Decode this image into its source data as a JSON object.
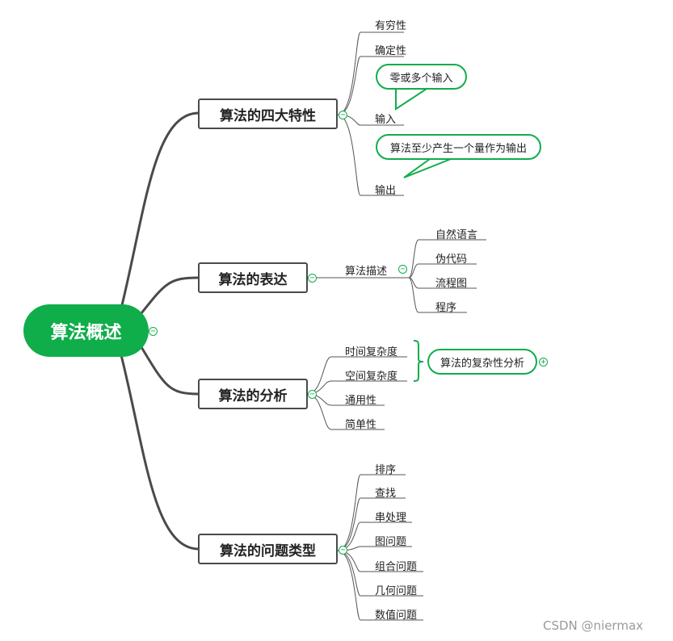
{
  "root": {
    "label": "算法概述"
  },
  "branches": [
    {
      "label": "算法的四大特性",
      "leaves": [
        "有穷性",
        "确定性",
        "输入",
        "输出"
      ],
      "callouts": [
        {
          "text": "零或多个输入",
          "for": "输入"
        },
        {
          "text": "算法至少产生一个量作为输出",
          "for": "输出"
        }
      ]
    },
    {
      "label": "算法的表达",
      "sub": "算法描述",
      "leaves": [
        "自然语言",
        "伪代码",
        "流程图",
        "程序"
      ]
    },
    {
      "label": "算法的分析",
      "leaves": [
        "时间复杂度",
        "空间复杂度",
        "通用性",
        "简单性"
      ],
      "summary": "算法的复杂性分析"
    },
    {
      "label": "算法的问题类型",
      "leaves": [
        "排序",
        "查找",
        "串处理",
        "图问题",
        "组合问题",
        "几何问题",
        "数值问题"
      ]
    }
  ],
  "toggles": {
    "collapse": "−",
    "expand": "+"
  },
  "watermark": "CSDN @niermax",
  "colors": {
    "accent": "#10ad4b",
    "line": "#4a4a4a"
  }
}
